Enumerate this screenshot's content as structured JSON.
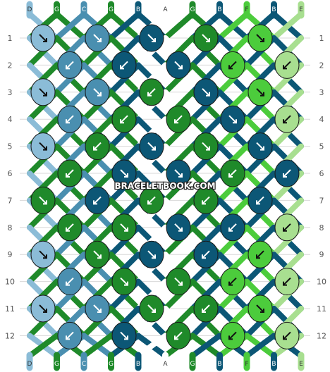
{
  "colors": {
    "D": "#8bbcd7",
    "G": "#1f8a2a",
    "C": "#4a8fb0",
    "B": "#0c5776",
    "A": "#ffffff",
    "F": "#4ccc3c",
    "E": "#a8df90"
  },
  "strands_top": [
    "D",
    "G",
    "C",
    "G",
    "B",
    "A",
    "G",
    "B",
    "F",
    "B",
    "E"
  ],
  "strands_bottom": [
    "D",
    "G",
    "C",
    "G",
    "B",
    "A",
    "G",
    "B",
    "F",
    "B",
    "E"
  ],
  "row_labels": [
    "1",
    "2",
    "3",
    "4",
    "5",
    "6",
    "7",
    "8",
    "9",
    "10",
    "11",
    "12"
  ],
  "knots": [
    [
      {
        "c": "D",
        "a": "se"
      },
      {
        "c": "C",
        "a": "se"
      },
      {
        "c": "B",
        "a": "se"
      },
      {
        "c": "G",
        "a": "se"
      },
      {
        "c": "F",
        "a": "se"
      }
    ],
    [
      {
        "c": "C",
        "a": "sw"
      },
      {
        "c": "B",
        "a": "sw"
      },
      {
        "c": "B",
        "a": "se"
      },
      {
        "c": "F",
        "a": "sw"
      },
      {
        "c": "E",
        "a": "sw"
      }
    ],
    [
      {
        "c": "D",
        "a": "se"
      },
      {
        "c": "C",
        "a": "se"
      },
      {
        "c": "G",
        "a": "sw"
      },
      {
        "c": "B",
        "a": "se"
      },
      {
        "c": "F",
        "a": "se"
      }
    ],
    [
      {
        "c": "C",
        "a": "sw"
      },
      {
        "c": "G",
        "a": "sw"
      },
      {
        "c": "G",
        "a": "sw"
      },
      {
        "c": "B",
        "a": "se"
      },
      {
        "c": "E",
        "a": "sw"
      }
    ],
    [
      {
        "c": "D",
        "a": "se"
      },
      {
        "c": "G",
        "a": "sw"
      },
      {
        "c": "B",
        "a": "se"
      },
      {
        "c": "G",
        "a": "se"
      },
      {
        "c": "B",
        "a": "se"
      }
    ],
    [
      {
        "c": "G",
        "a": "sw"
      },
      {
        "c": "B",
        "a": "se"
      },
      {
        "c": "B",
        "a": "se"
      },
      {
        "c": "G",
        "a": "sw"
      },
      {
        "c": "B",
        "a": "sw"
      }
    ],
    [
      {
        "c": "G",
        "a": "se"
      },
      {
        "c": "B",
        "a": "sw"
      },
      {
        "c": "G",
        "a": "sw"
      },
      {
        "c": "G",
        "a": "sw"
      },
      {
        "c": "B",
        "a": "sw"
      }
    ],
    [
      {
        "c": "G",
        "a": "sw"
      },
      {
        "c": "G",
        "a": "se"
      },
      {
        "c": "B",
        "a": "se"
      },
      {
        "c": "B",
        "a": "sw"
      },
      {
        "c": "E",
        "a": "sw"
      }
    ],
    [
      {
        "c": "D",
        "a": "se"
      },
      {
        "c": "G",
        "a": "se"
      },
      {
        "c": "B",
        "a": "se"
      },
      {
        "c": "B",
        "a": "sw"
      },
      {
        "c": "F",
        "a": "sw"
      }
    ],
    [
      {
        "c": "C",
        "a": "sw"
      },
      {
        "c": "G",
        "a": "se"
      },
      {
        "c": "G",
        "a": "se"
      },
      {
        "c": "F",
        "a": "sw"
      },
      {
        "c": "E",
        "a": "sw"
      }
    ],
    [
      {
        "c": "D",
        "a": "se"
      },
      {
        "c": "C",
        "a": "se"
      },
      {
        "c": "G",
        "a": "se"
      },
      {
        "c": "G",
        "a": "sw"
      },
      {
        "c": "F",
        "a": "se"
      }
    ],
    [
      {
        "c": "C",
        "a": "sw"
      },
      {
        "c": "B",
        "a": "se"
      },
      {
        "c": "G",
        "a": "sw"
      },
      {
        "c": "F",
        "a": "sw"
      },
      {
        "c": "E",
        "a": "sw"
      }
    ]
  ],
  "watermark": "BRACELETBOOK.COM"
}
